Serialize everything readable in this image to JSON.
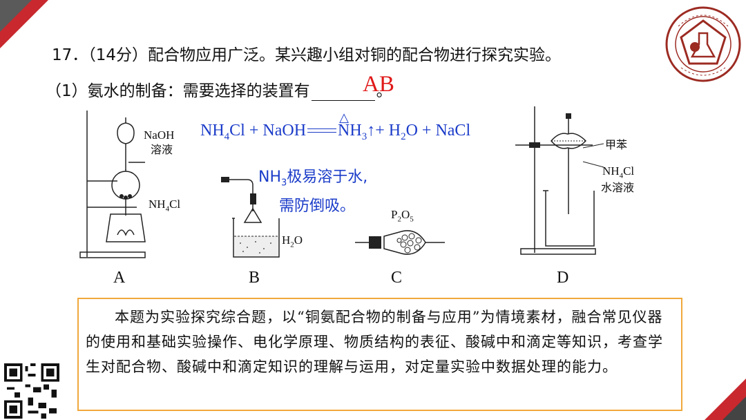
{
  "question": {
    "title": "17．（14分）配合物应用广泛。某兴趣小组对铜的配合物进行探究实验。",
    "part1_prefix": "（1）氨水的制备：需要选择的装置有",
    "part1_suffix": "。",
    "answer": "AB"
  },
  "equation": {
    "condition": "△",
    "r1": "NH",
    "r1_sub": "4",
    "r1_tail": "Cl + NaOH",
    "p1": "NH",
    "p1_sub": "3",
    "p1_tail": "↑+ H",
    "p2_sub": "2",
    "p2_tail": "O + NaCl"
  },
  "note": {
    "line1_a": "NH",
    "line1_sub": "3",
    "line1_b": "极易溶于水,",
    "line2": "需防倒吸。"
  },
  "apparatus": {
    "A": {
      "label": "A",
      "naoh": "NaOH",
      "naoh_cn": "溶液",
      "nh4cl_a": "NH",
      "nh4cl_sub": "4",
      "nh4cl_b": "Cl"
    },
    "B": {
      "label": "B",
      "water_a": "H",
      "water_sub": "2",
      "water_b": "O"
    },
    "C": {
      "label": "C",
      "p2o5_a": "P",
      "p2o5_sub1": "2",
      "p2o5_b": "O",
      "p2o5_sub2": "5"
    },
    "D": {
      "label": "D",
      "benzene": "甲苯",
      "nh4cl_a": "NH",
      "nh4cl_sub": "4",
      "nh4cl_b": "Cl",
      "solution": "水溶液"
    }
  },
  "summary": "本题为实验探究综合题，以“铜氨配合物的制备与应用”为情境素材，融合常见仪器的使用和基础实验操作、电化学原理、物质结构的表征、酸碱中和滴定等知识，考查学生对配合物、酸碱中和滴定知识的理解与运用，对定量实验中数据处理的能力。",
  "colors": {
    "accent": "#c8282e",
    "equation": "#1b3cc9",
    "answer": "#e01818",
    "box_border": "#f0a83a"
  }
}
